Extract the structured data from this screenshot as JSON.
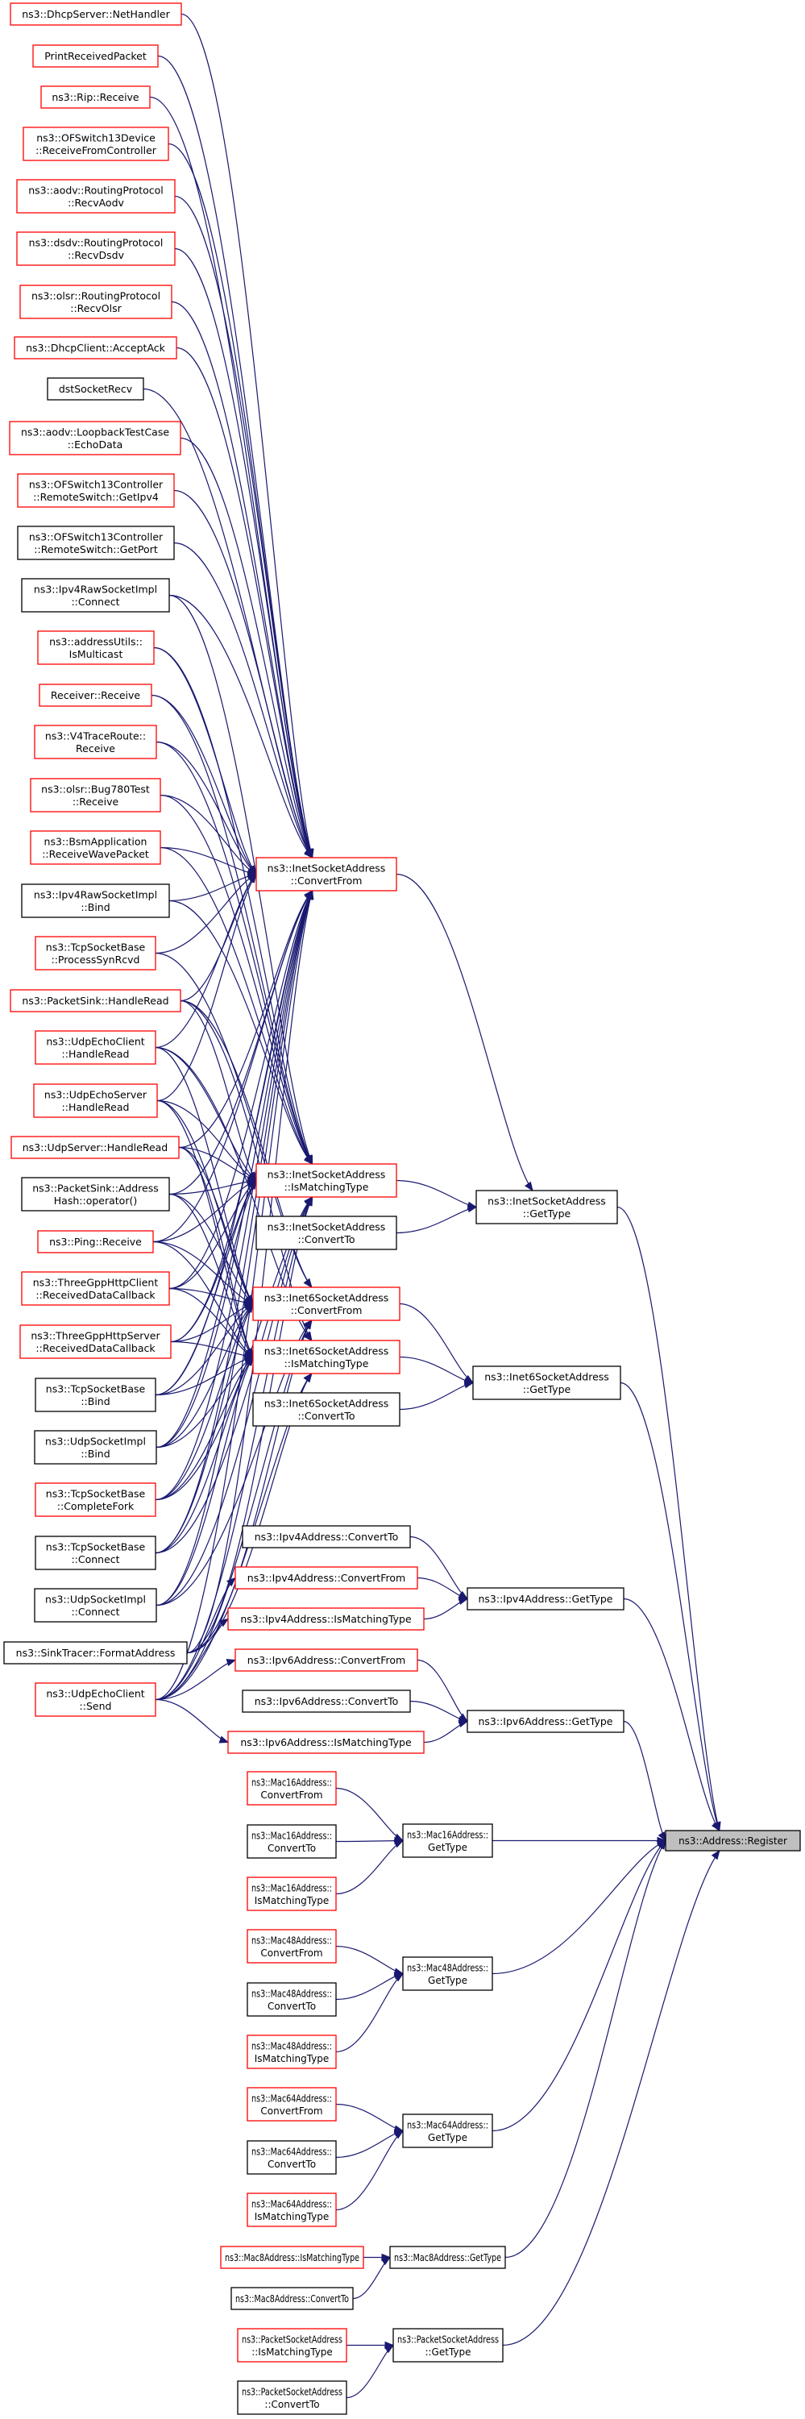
{
  "title": "ns3::Address::Register caller graph",
  "colors": {
    "edge": "#191970",
    "node_border_documented": "#000000",
    "node_border_truncated": "#ff0000",
    "root_fill": "#bfbfbf"
  },
  "root": {
    "id": "register",
    "label": "ns3::Address::Register"
  },
  "nodes": [
    {
      "id": "dhcpserver_nethandler",
      "lines": [
        "ns3::DhcpServer::NetHandler"
      ],
      "border": "red"
    },
    {
      "id": "printreceivedpacket",
      "lines": [
        "PrintReceivedPacket"
      ],
      "border": "red"
    },
    {
      "id": "rip_receive",
      "lines": [
        "ns3::Rip::Receive"
      ],
      "border": "red"
    },
    {
      "id": "ofswitch13device_rfc",
      "lines": [
        "ns3::OFSwitch13Device",
        "::ReceiveFromController"
      ],
      "border": "red"
    },
    {
      "id": "aodv_recvaodv",
      "lines": [
        "ns3::aodv::RoutingProtocol",
        "::RecvAodv"
      ],
      "border": "red"
    },
    {
      "id": "dsdv_recvdsdv",
      "lines": [
        "ns3::dsdv::RoutingProtocol",
        "::RecvDsdv"
      ],
      "border": "red"
    },
    {
      "id": "olsr_recvolsr",
      "lines": [
        "ns3::olsr::RoutingProtocol",
        "::RecvOlsr"
      ],
      "border": "red"
    },
    {
      "id": "dhcpclient_acceptack",
      "lines": [
        "ns3::DhcpClient::AcceptAck"
      ],
      "border": "red"
    },
    {
      "id": "dstsocketrecv",
      "lines": [
        "dstSocketRecv"
      ],
      "border": "black"
    },
    {
      "id": "aodv_loopback_echodata",
      "lines": [
        "ns3::aodv::LoopbackTestCase",
        "::EchoData"
      ],
      "border": "red"
    },
    {
      "id": "ofswitch13ctrl_getipv4",
      "lines": [
        "ns3::OFSwitch13Controller",
        "::RemoteSwitch::GetIpv4"
      ],
      "border": "red"
    },
    {
      "id": "ofswitch13ctrl_getport",
      "lines": [
        "ns3::OFSwitch13Controller",
        "::RemoteSwitch::GetPort"
      ],
      "border": "black"
    },
    {
      "id": "ipv4raw_connect",
      "lines": [
        "ns3::Ipv4RawSocketImpl",
        "::Connect"
      ],
      "border": "black"
    },
    {
      "id": "addressutils_ismulticast",
      "lines": [
        "ns3::addressUtils::",
        "IsMulticast"
      ],
      "border": "red"
    },
    {
      "id": "receiver_receive",
      "lines": [
        "Receiver::Receive"
      ],
      "border": "red"
    },
    {
      "id": "v4traceroute_receive",
      "lines": [
        "ns3::V4TraceRoute::",
        "Receive"
      ],
      "border": "red"
    },
    {
      "id": "olsr_bug780_receive",
      "lines": [
        "ns3::olsr::Bug780Test",
        "::Receive"
      ],
      "border": "red"
    },
    {
      "id": "bsmapp_rwp",
      "lines": [
        "ns3::BsmApplication",
        "::ReceiveWavePacket"
      ],
      "border": "red"
    },
    {
      "id": "ipv4raw_bind",
      "lines": [
        "ns3::Ipv4RawSocketImpl",
        "::Bind"
      ],
      "border": "black"
    },
    {
      "id": "tcpsocketbase_psr",
      "lines": [
        "ns3::TcpSocketBase",
        "::ProcessSynRcvd"
      ],
      "border": "red"
    },
    {
      "id": "packetsink_handleread",
      "lines": [
        "ns3::PacketSink::HandleRead"
      ],
      "border": "red"
    },
    {
      "id": "udpechoclient_handleread",
      "lines": [
        "ns3::UdpEchoClient",
        "::HandleRead"
      ],
      "border": "red"
    },
    {
      "id": "udpechoserver_handleread",
      "lines": [
        "ns3::UdpEchoServer",
        "::HandleRead"
      ],
      "border": "red"
    },
    {
      "id": "udpserver_handleread",
      "lines": [
        "ns3::UdpServer::HandleRead"
      ],
      "border": "red"
    },
    {
      "id": "packetsink_addresshash",
      "lines": [
        "ns3::PacketSink::Address",
        "Hash::operator()"
      ],
      "border": "black"
    },
    {
      "id": "ping_receive",
      "lines": [
        "ns3::Ping::Receive"
      ],
      "border": "red"
    },
    {
      "id": "threegpp_client_rdc",
      "lines": [
        "ns3::ThreeGppHttpClient",
        "::ReceivedDataCallback"
      ],
      "border": "red"
    },
    {
      "id": "threegpp_server_rdc",
      "lines": [
        "ns3::ThreeGppHttpServer",
        "::ReceivedDataCallback"
      ],
      "border": "red"
    },
    {
      "id": "tcpsocketbase_bind",
      "lines": [
        "ns3::TcpSocketBase",
        "::Bind"
      ],
      "border": "black"
    },
    {
      "id": "udpsocketimpl_bind",
      "lines": [
        "ns3::UdpSocketImpl",
        "::Bind"
      ],
      "border": "black"
    },
    {
      "id": "tcpsocketbase_completefork",
      "lines": [
        "ns3::TcpSocketBase",
        "::CompleteFork"
      ],
      "border": "red"
    },
    {
      "id": "tcpsocketbase_connect",
      "lines": [
        "ns3::TcpSocketBase",
        "::Connect"
      ],
      "border": "black"
    },
    {
      "id": "udpsocketimpl_connect",
      "lines": [
        "ns3::UdpSocketImpl",
        "::Connect"
      ],
      "border": "black"
    },
    {
      "id": "sinktracer_formataddress",
      "lines": [
        "ns3::SinkTracer::FormatAddress"
      ],
      "border": "black"
    },
    {
      "id": "udpechoclient_send",
      "lines": [
        "ns3::UdpEchoClient",
        "::Send"
      ],
      "border": "red"
    },
    {
      "id": "inet_convertfrom",
      "lines": [
        "ns3::InetSocketAddress",
        "::ConvertFrom"
      ],
      "border": "red"
    },
    {
      "id": "inet_ismatchingtype",
      "lines": [
        "ns3::InetSocketAddress",
        "::IsMatchingType"
      ],
      "border": "red"
    },
    {
      "id": "inet_convertto",
      "lines": [
        "ns3::InetSocketAddress",
        "::ConvertTo"
      ],
      "border": "black"
    },
    {
      "id": "inet6_convertfrom",
      "lines": [
        "ns3::Inet6SocketAddress",
        "::ConvertFrom"
      ],
      "border": "red"
    },
    {
      "id": "inet6_ismatchingtype",
      "lines": [
        "ns3::Inet6SocketAddress",
        "::IsMatchingType"
      ],
      "border": "red"
    },
    {
      "id": "inet6_convertto",
      "lines": [
        "ns3::Inet6SocketAddress",
        "::ConvertTo"
      ],
      "border": "black"
    },
    {
      "id": "ipv4_convertto",
      "lines": [
        "ns3::Ipv4Address::ConvertTo"
      ],
      "border": "black"
    },
    {
      "id": "ipv4_convertfrom",
      "lines": [
        "ns3::Ipv4Address::ConvertFrom"
      ],
      "border": "red"
    },
    {
      "id": "ipv4_ismatchingtype",
      "lines": [
        "ns3::Ipv4Address::IsMatchingType"
      ],
      "border": "red"
    },
    {
      "id": "ipv6_convertfrom",
      "lines": [
        "ns3::Ipv6Address::ConvertFrom"
      ],
      "border": "red"
    },
    {
      "id": "ipv6_convertto",
      "lines": [
        "ns3::Ipv6Address::ConvertTo"
      ],
      "border": "black"
    },
    {
      "id": "ipv6_ismatchingtype",
      "lines": [
        "ns3::Ipv6Address::IsMatchingType"
      ],
      "border": "red"
    },
    {
      "id": "mac16_convertfrom",
      "lines": [
        "ns3::Mac16Address::",
        "ConvertFrom"
      ],
      "border": "red"
    },
    {
      "id": "mac16_convertto",
      "lines": [
        "ns3::Mac16Address::",
        "ConvertTo"
      ],
      "border": "black"
    },
    {
      "id": "mac16_ismatchingtype",
      "lines": [
        "ns3::Mac16Address::",
        "IsMatchingType"
      ],
      "border": "red"
    },
    {
      "id": "mac48_convertfrom",
      "lines": [
        "ns3::Mac48Address::",
        "ConvertFrom"
      ],
      "border": "red"
    },
    {
      "id": "mac48_convertto",
      "lines": [
        "ns3::Mac48Address::",
        "ConvertTo"
      ],
      "border": "black"
    },
    {
      "id": "mac48_ismatchingtype",
      "lines": [
        "ns3::Mac48Address::",
        "IsMatchingType"
      ],
      "border": "red"
    },
    {
      "id": "mac64_convertfrom",
      "lines": [
        "ns3::Mac64Address::",
        "ConvertFrom"
      ],
      "border": "red"
    },
    {
      "id": "mac64_convertto",
      "lines": [
        "ns3::Mac64Address::",
        "ConvertTo"
      ],
      "border": "black"
    },
    {
      "id": "mac64_ismatchingtype",
      "lines": [
        "ns3::Mac64Address::",
        "IsMatchingType"
      ],
      "border": "red"
    },
    {
      "id": "mac8_ismatchingtype",
      "lines": [
        "ns3::Mac8Address::IsMatchingType"
      ],
      "border": "red"
    },
    {
      "id": "mac8_convertto",
      "lines": [
        "ns3::Mac8Address::ConvertTo"
      ],
      "border": "black"
    },
    {
      "id": "pkt_ismatchingtype",
      "lines": [
        "ns3::PacketSocketAddress",
        "::IsMatchingType"
      ],
      "border": "red"
    },
    {
      "id": "pkt_convertto",
      "lines": [
        "ns3::PacketSocketAddress",
        "::ConvertTo"
      ],
      "border": "black"
    },
    {
      "id": "inet_gettype",
      "lines": [
        "ns3::InetSocketAddress",
        "::GetType"
      ],
      "border": "black"
    },
    {
      "id": "inet6_gettype",
      "lines": [
        "ns3::Inet6SocketAddress",
        "::GetType"
      ],
      "border": "black"
    },
    {
      "id": "ipv4_gettype",
      "lines": [
        "ns3::Ipv4Address::GetType"
      ],
      "border": "black"
    },
    {
      "id": "ipv6_gettype",
      "lines": [
        "ns3::Ipv6Address::GetType"
      ],
      "border": "black"
    },
    {
      "id": "mac16_gettype",
      "lines": [
        "ns3::Mac16Address::",
        "GetType"
      ],
      "border": "black"
    },
    {
      "id": "mac48_gettype",
      "lines": [
        "ns3::Mac48Address::",
        "GetType"
      ],
      "border": "black"
    },
    {
      "id": "mac64_gettype",
      "lines": [
        "ns3::Mac64Address::",
        "GetType"
      ],
      "border": "black"
    },
    {
      "id": "mac8_gettype",
      "lines": [
        "ns3::Mac8Address::GetType"
      ],
      "border": "black"
    },
    {
      "id": "pkt_gettype",
      "lines": [
        "ns3::PacketSocketAddress",
        "::GetType"
      ],
      "border": "black"
    }
  ],
  "edges": [
    [
      "dhcpserver_nethandler",
      "inet_convertfrom"
    ],
    [
      "printreceivedpacket",
      "inet_convertfrom"
    ],
    [
      "rip_receive",
      "inet_convertfrom"
    ],
    [
      "ofswitch13device_rfc",
      "inet_convertfrom"
    ],
    [
      "aodv_recvaodv",
      "inet_convertfrom"
    ],
    [
      "dsdv_recvdsdv",
      "inet_convertfrom"
    ],
    [
      "olsr_recvolsr",
      "inet_convertfrom"
    ],
    [
      "dhcpclient_acceptack",
      "inet_convertfrom"
    ],
    [
      "dstsocketrecv",
      "inet_convertfrom"
    ],
    [
      "aodv_loopback_echodata",
      "inet_convertfrom"
    ],
    [
      "ofswitch13ctrl_getipv4",
      "inet_convertfrom"
    ],
    [
      "ofswitch13ctrl_getport",
      "inet_convertfrom"
    ],
    [
      "ipv4raw_connect",
      "inet_convertfrom"
    ],
    [
      "ipv4raw_connect",
      "inet_ismatchingtype"
    ],
    [
      "addressutils_ismulticast",
      "inet_convertfrom"
    ],
    [
      "addressutils_ismulticast",
      "inet_ismatchingtype"
    ],
    [
      "receiver_receive",
      "inet_convertfrom"
    ],
    [
      "receiver_receive",
      "inet_ismatchingtype"
    ],
    [
      "v4traceroute_receive",
      "inet_convertfrom"
    ],
    [
      "v4traceroute_receive",
      "inet_ismatchingtype"
    ],
    [
      "olsr_bug780_receive",
      "inet_convertfrom"
    ],
    [
      "olsr_bug780_receive",
      "inet_ismatchingtype"
    ],
    [
      "bsmapp_rwp",
      "inet_convertfrom"
    ],
    [
      "bsmapp_rwp",
      "inet_ismatchingtype"
    ],
    [
      "ipv4raw_bind",
      "inet_convertfrom"
    ],
    [
      "ipv4raw_bind",
      "inet_ismatchingtype"
    ],
    [
      "tcpsocketbase_psr",
      "inet_convertfrom"
    ],
    [
      "tcpsocketbase_psr",
      "inet6_convertfrom"
    ],
    [
      "packetsink_handleread",
      "inet_convertfrom"
    ],
    [
      "packetsink_handleread",
      "inet6_convertfrom"
    ],
    [
      "packetsink_handleread",
      "inet_ismatchingtype"
    ],
    [
      "packetsink_handleread",
      "inet6_ismatchingtype"
    ],
    [
      "udpechoclient_handleread",
      "inet_convertfrom"
    ],
    [
      "udpechoclient_handleread",
      "inet6_convertfrom"
    ],
    [
      "udpechoclient_handleread",
      "inet_ismatchingtype"
    ],
    [
      "udpechoclient_handleread",
      "inet6_ismatchingtype"
    ],
    [
      "udpechoserver_handleread",
      "inet_convertfrom"
    ],
    [
      "udpechoserver_handleread",
      "inet6_convertfrom"
    ],
    [
      "udpechoserver_handleread",
      "inet_ismatchingtype"
    ],
    [
      "udpechoserver_handleread",
      "inet6_ismatchingtype"
    ],
    [
      "udpserver_handleread",
      "inet_convertfrom"
    ],
    [
      "udpserver_handleread",
      "inet6_convertfrom"
    ],
    [
      "udpserver_handleread",
      "inet_ismatchingtype"
    ],
    [
      "udpserver_handleread",
      "inet6_ismatchingtype"
    ],
    [
      "packetsink_addresshash",
      "inet_convertfrom"
    ],
    [
      "packetsink_addresshash",
      "inet6_convertfrom"
    ],
    [
      "packetsink_addresshash",
      "inet_ismatchingtype"
    ],
    [
      "packetsink_addresshash",
      "inet6_ismatchingtype"
    ],
    [
      "ping_receive",
      "inet_convertfrom"
    ],
    [
      "ping_receive",
      "inet6_convertfrom"
    ],
    [
      "ping_receive",
      "inet_ismatchingtype"
    ],
    [
      "ping_receive",
      "inet6_ismatchingtype"
    ],
    [
      "threegpp_client_rdc",
      "inet_convertfrom"
    ],
    [
      "threegpp_client_rdc",
      "inet6_convertfrom"
    ],
    [
      "threegpp_client_rdc",
      "inet_ismatchingtype"
    ],
    [
      "threegpp_client_rdc",
      "inet6_ismatchingtype"
    ],
    [
      "threegpp_server_rdc",
      "inet_convertfrom"
    ],
    [
      "threegpp_server_rdc",
      "inet6_convertfrom"
    ],
    [
      "threegpp_server_rdc",
      "inet_ismatchingtype"
    ],
    [
      "threegpp_server_rdc",
      "inet6_ismatchingtype"
    ],
    [
      "tcpsocketbase_bind",
      "inet_convertfrom"
    ],
    [
      "tcpsocketbase_bind",
      "inet6_convertfrom"
    ],
    [
      "tcpsocketbase_bind",
      "inet_ismatchingtype"
    ],
    [
      "tcpsocketbase_bind",
      "inet6_ismatchingtype"
    ],
    [
      "udpsocketimpl_bind",
      "inet_convertfrom"
    ],
    [
      "udpsocketimpl_bind",
      "inet6_convertfrom"
    ],
    [
      "udpsocketimpl_bind",
      "inet_ismatchingtype"
    ],
    [
      "udpsocketimpl_bind",
      "inet6_ismatchingtype"
    ],
    [
      "tcpsocketbase_completefork",
      "inet_convertfrom"
    ],
    [
      "tcpsocketbase_completefork",
      "inet6_convertfrom"
    ],
    [
      "tcpsocketbase_completefork",
      "inet_ismatchingtype"
    ],
    [
      "tcpsocketbase_completefork",
      "inet6_ismatchingtype"
    ],
    [
      "tcpsocketbase_connect",
      "inet_convertfrom"
    ],
    [
      "tcpsocketbase_connect",
      "inet6_convertfrom"
    ],
    [
      "tcpsocketbase_connect",
      "inet_ismatchingtype"
    ],
    [
      "tcpsocketbase_connect",
      "inet6_ismatchingtype"
    ],
    [
      "udpsocketimpl_connect",
      "inet_convertfrom"
    ],
    [
      "udpsocketimpl_connect",
      "inet6_convertfrom"
    ],
    [
      "udpsocketimpl_connect",
      "inet_ismatchingtype"
    ],
    [
      "udpsocketimpl_connect",
      "inet6_ismatchingtype"
    ],
    [
      "sinktracer_formataddress",
      "inet_convertfrom"
    ],
    [
      "sinktracer_formataddress",
      "inet6_convertfrom"
    ],
    [
      "sinktracer_formataddress",
      "inet_ismatchingtype"
    ],
    [
      "sinktracer_formataddress",
      "inet6_ismatchingtype"
    ],
    [
      "udpechoclient_send",
      "inet_convertfrom"
    ],
    [
      "udpechoclient_send",
      "inet6_convertfrom"
    ],
    [
      "udpechoclient_send",
      "inet_ismatchingtype"
    ],
    [
      "udpechoclient_send",
      "inet6_ismatchingtype"
    ],
    [
      "udpechoclient_send",
      "ipv4_convertfrom"
    ],
    [
      "udpechoclient_send",
      "ipv4_ismatchingtype"
    ],
    [
      "udpechoclient_send",
      "ipv6_convertfrom"
    ],
    [
      "udpechoclient_send",
      "ipv6_ismatchingtype"
    ],
    [
      "inet_convertfrom",
      "inet_gettype"
    ],
    [
      "inet_ismatchingtype",
      "inet_gettype"
    ],
    [
      "inet_convertto",
      "inet_gettype"
    ],
    [
      "inet6_convertfrom",
      "inet6_gettype"
    ],
    [
      "inet6_ismatchingtype",
      "inet6_gettype"
    ],
    [
      "inet6_convertto",
      "inet6_gettype"
    ],
    [
      "ipv4_convertto",
      "ipv4_gettype"
    ],
    [
      "ipv4_convertfrom",
      "ipv4_gettype"
    ],
    [
      "ipv4_ismatchingtype",
      "ipv4_gettype"
    ],
    [
      "ipv6_convertfrom",
      "ipv6_gettype"
    ],
    [
      "ipv6_convertto",
      "ipv6_gettype"
    ],
    [
      "ipv6_ismatchingtype",
      "ipv6_gettype"
    ],
    [
      "mac16_convertfrom",
      "mac16_gettype"
    ],
    [
      "mac16_convertto",
      "mac16_gettype"
    ],
    [
      "mac16_ismatchingtype",
      "mac16_gettype"
    ],
    [
      "mac48_convertfrom",
      "mac48_gettype"
    ],
    [
      "mac48_convertto",
      "mac48_gettype"
    ],
    [
      "mac48_ismatchingtype",
      "mac48_gettype"
    ],
    [
      "mac64_convertfrom",
      "mac64_gettype"
    ],
    [
      "mac64_convertto",
      "mac64_gettype"
    ],
    [
      "mac64_ismatchingtype",
      "mac64_gettype"
    ],
    [
      "mac8_ismatchingtype",
      "mac8_gettype"
    ],
    [
      "mac8_convertto",
      "mac8_gettype"
    ],
    [
      "pkt_ismatchingtype",
      "pkt_gettype"
    ],
    [
      "pkt_convertto",
      "pkt_gettype"
    ],
    [
      "inet_gettype",
      "register"
    ],
    [
      "inet6_gettype",
      "register"
    ],
    [
      "ipv4_gettype",
      "register"
    ],
    [
      "ipv6_gettype",
      "register"
    ],
    [
      "mac16_gettype",
      "register"
    ],
    [
      "mac48_gettype",
      "register"
    ],
    [
      "mac64_gettype",
      "register"
    ],
    [
      "mac8_gettype",
      "register"
    ],
    [
      "pkt_gettype",
      "register"
    ]
  ]
}
